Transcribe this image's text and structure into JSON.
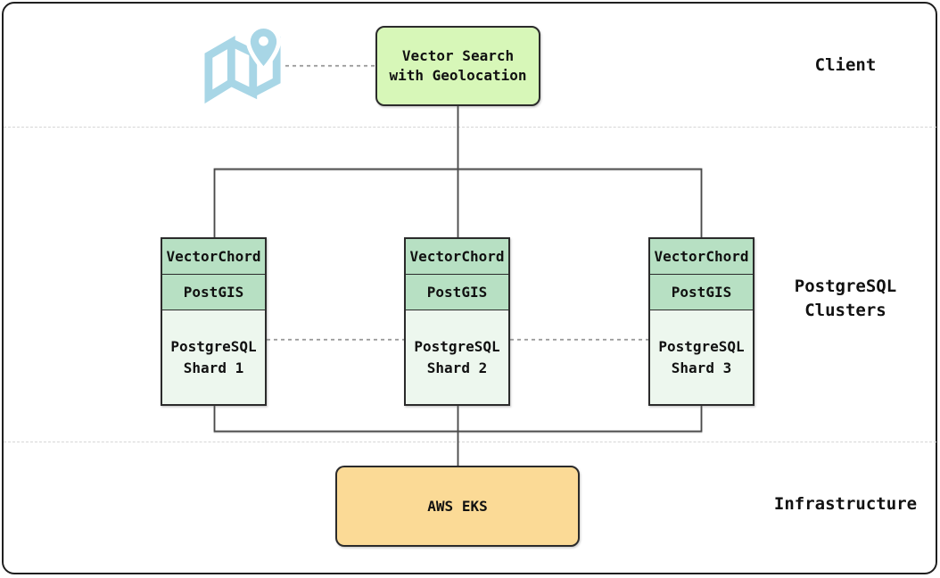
{
  "colors": {
    "frame_border": "#1f1f1f",
    "client_node_fill": "#d7f7b8",
    "shard_header_fill": "#b7e0c3",
    "shard_body_fill": "#edf7ee",
    "eks_node_fill": "#fbda96",
    "map_icon_blue": "#a8d6e6",
    "connector_solid": "#4a4a4a",
    "connector_dashed": "#999999",
    "band_divider": "#d6d6d6"
  },
  "client": {
    "section_label": "Client",
    "node": {
      "line1": "Vector Search",
      "line2": "with Geolocation"
    }
  },
  "clusters": {
    "section_label_line1": "PostgreSQL",
    "section_label_line2": "Clusters",
    "shards": [
      {
        "layer1": "VectorChord",
        "layer2": "PostGIS",
        "body_line1": "PostgreSQL",
        "body_line2": "Shard 1"
      },
      {
        "layer1": "VectorChord",
        "layer2": "PostGIS",
        "body_line1": "PostgreSQL",
        "body_line2": "Shard 2"
      },
      {
        "layer1": "VectorChord",
        "layer2": "PostGIS",
        "body_line1": "PostgreSQL",
        "body_line2": "Shard 3"
      }
    ]
  },
  "infrastructure": {
    "section_label": "Infrastructure",
    "node": {
      "label": "AWS EKS"
    }
  }
}
